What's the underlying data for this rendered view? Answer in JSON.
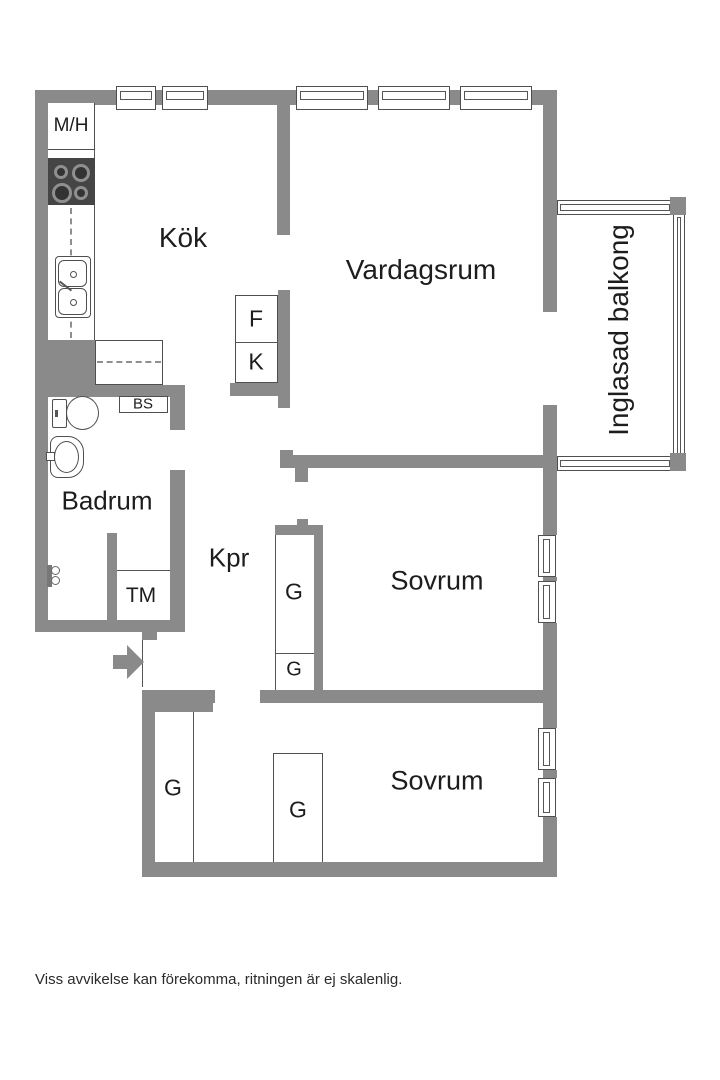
{
  "floorplan": {
    "rooms": {
      "kitchen": "Kök",
      "living_room": "Vardagsrum",
      "balcony": "Inglasad balkong",
      "bathroom": "Badrum",
      "closet_corridor": "Kpr",
      "bedroom_1": "Sovrum",
      "bedroom_2": "Sovrum"
    },
    "fixtures": {
      "micro_oven": "M/H",
      "fridge": "F",
      "freezer": "K",
      "bathroom_cabinet": "BS",
      "washing_machine": "TM",
      "wardrobe_1": "G",
      "wardrobe_2": "G",
      "wardrobe_3": "G",
      "wardrobe_4": "G"
    },
    "colors": {
      "wall": "#8a8a8a",
      "thin_line": "#555555",
      "stove": "#454545",
      "text": "#1d1d1d"
    },
    "disclaimer": "Viss avvikelse kan förekomma, ritningen är ej skalenlig."
  }
}
